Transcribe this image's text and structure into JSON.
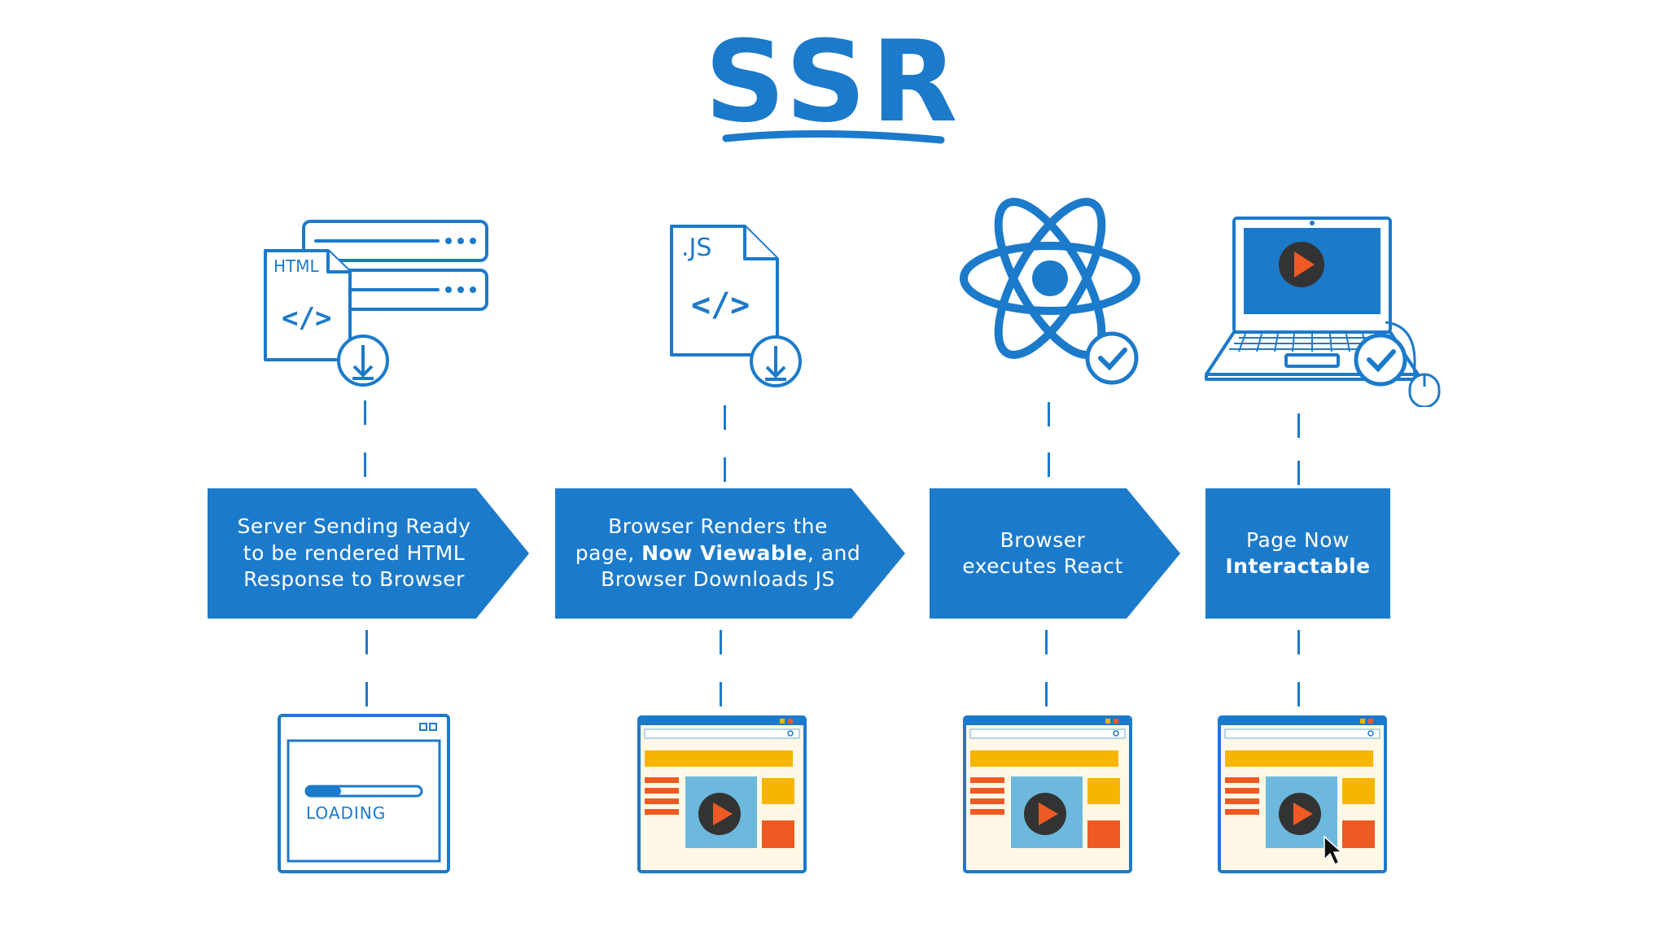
{
  "title": "SSR",
  "colors": {
    "primary": "#1c7acb",
    "yellow": "#f7b500",
    "orange": "#ef5a24",
    "video_bg": "#6db9dd",
    "play_bg": "#333333"
  },
  "steps": [
    {
      "icon": "html-document-server-download-icon",
      "file_label": "HTML",
      "lines": [
        "Server Sending Ready",
        "to be rendered HTML",
        "Response to Browser"
      ],
      "screen": "loading",
      "loading_text": "LOADING",
      "loading_progress": 0.3
    },
    {
      "icon": "js-document-download-icon",
      "file_label": ".JS",
      "line1": "Browser Renders the",
      "line2_pre": "page, ",
      "line2_bold": "Now Viewable",
      "line2_post": ", and",
      "line3": "Browser Downloads JS",
      "screen": "page"
    },
    {
      "icon": "react-atom-check-icon",
      "lines": [
        "Browser",
        "executes React"
      ],
      "screen": "page"
    },
    {
      "icon": "laptop-check-icon",
      "line1": "Page Now",
      "line2_bold": "Interactable",
      "screen": "page-with-cursor"
    }
  ]
}
